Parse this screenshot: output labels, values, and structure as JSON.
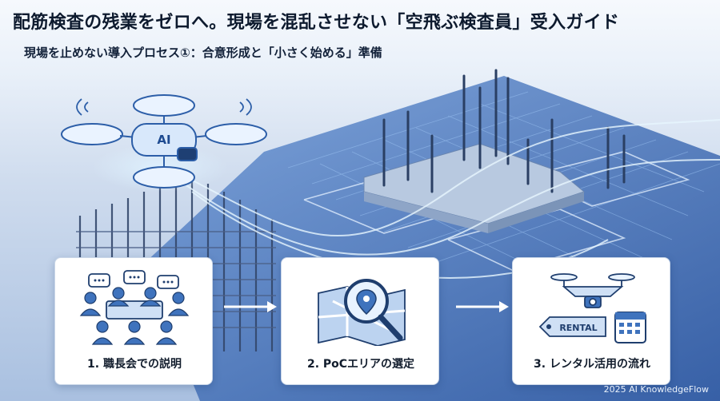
{
  "title": "配筋検査の残業をゼロへ。現場を混乱させない「空飛ぶ検査員」受入ガイド",
  "subtitle": "現場を止めない導入プロセス①：合意形成と「小さく始める」準備",
  "drone": {
    "badge": "AI"
  },
  "steps": [
    {
      "label": "1. 職長会での説明",
      "icon": "meeting-people-icon"
    },
    {
      "label": "2. PoCエリアの選定",
      "icon": "map-magnifier-icon"
    },
    {
      "label": "3. レンタル活用の流れ",
      "icon": "drone-rental-calendar-icon",
      "tag": "RENTAL"
    }
  ],
  "credit": "2025 AI KnowledgeFlow",
  "colors": {
    "blueprint": "#2f62b7",
    "accent": "#3b7fd6",
    "card": "#ffffff",
    "ink": "#0d1a2e"
  }
}
